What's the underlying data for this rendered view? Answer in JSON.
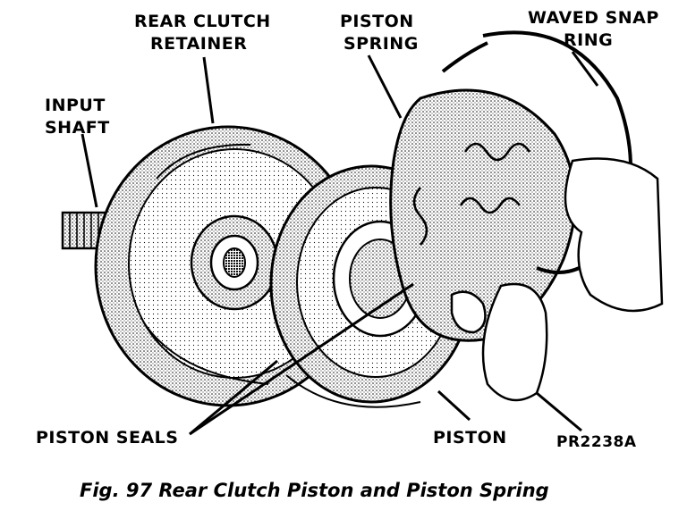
{
  "labels": {
    "rear_clutch_retainer": [
      "REAR CLUTCH",
      "RETAINER"
    ],
    "piston_spring": [
      "PISTON",
      "SPRING"
    ],
    "waved_snap_ring": [
      "WAVED SNAP",
      "RING"
    ],
    "input_shaft": [
      "INPUT",
      "SHAFT"
    ],
    "piston_seals": "PISTON SEALS",
    "piston": "PISTON",
    "figure_code": "PR2238A"
  },
  "caption": "Fig. 97 Rear Clutch Piston and Piston Spring"
}
